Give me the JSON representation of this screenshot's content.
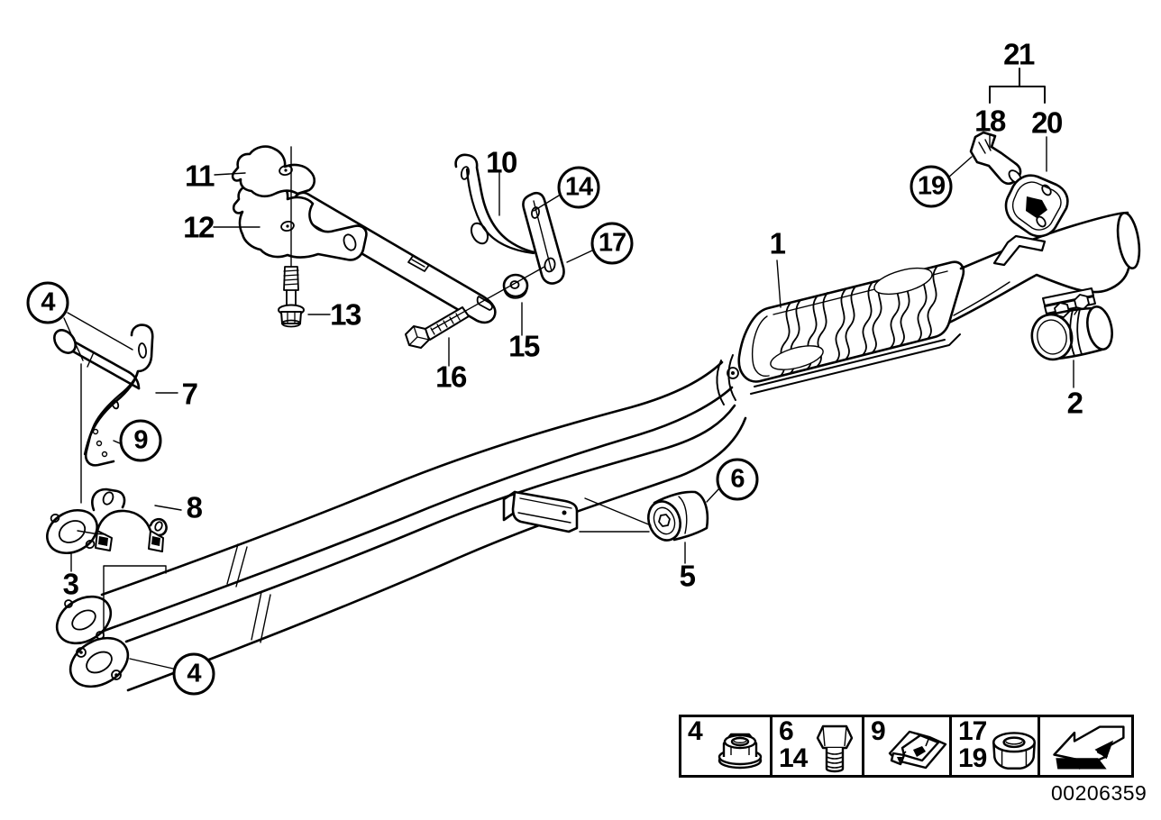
{
  "page": {
    "background_color": "#ffffff",
    "line_color": "#000000",
    "type": "exploded-parts-diagram",
    "subject": "exhaust-system-front-pipe-catalytic-converter"
  },
  "diagram": {
    "image_number": "00206359",
    "callouts": [
      {
        "label": "11",
        "circled": false
      },
      {
        "label": "12",
        "circled": false
      },
      {
        "label": "13",
        "circled": false
      },
      {
        "label": "10",
        "circled": false
      },
      {
        "label": "16",
        "circled": false
      },
      {
        "label": "15",
        "circled": false
      },
      {
        "label": "14",
        "circled": true
      },
      {
        "label": "17",
        "circled": true
      },
      {
        "label": "4",
        "circled": true
      },
      {
        "label": "7",
        "circled": false
      },
      {
        "label": "9",
        "circled": true
      },
      {
        "label": "8",
        "circled": false
      },
      {
        "label": "3",
        "circled": false
      },
      {
        "label": "4",
        "circled": true
      },
      {
        "label": "5",
        "circled": false
      },
      {
        "label": "6",
        "circled": true
      },
      {
        "label": "1",
        "circled": false
      },
      {
        "label": "2",
        "circled": false
      },
      {
        "label": "19",
        "circled": true
      },
      {
        "label": "18",
        "circled": false
      },
      {
        "label": "20",
        "circled": false
      },
      {
        "label": "21",
        "circled": false
      }
    ]
  },
  "legend": {
    "cells": [
      {
        "numbers": [
          "4"
        ],
        "icon": "flange-nut-icon"
      },
      {
        "numbers": [
          "6",
          "14"
        ],
        "icon": "hex-bolt-icon"
      },
      {
        "numbers": [
          "9"
        ],
        "icon": "cage-nut-icon"
      },
      {
        "numbers": [
          "17",
          "19"
        ],
        "icon": "hex-nut-icon"
      },
      {
        "numbers": [],
        "icon": "return-arrow-icon"
      }
    ]
  }
}
